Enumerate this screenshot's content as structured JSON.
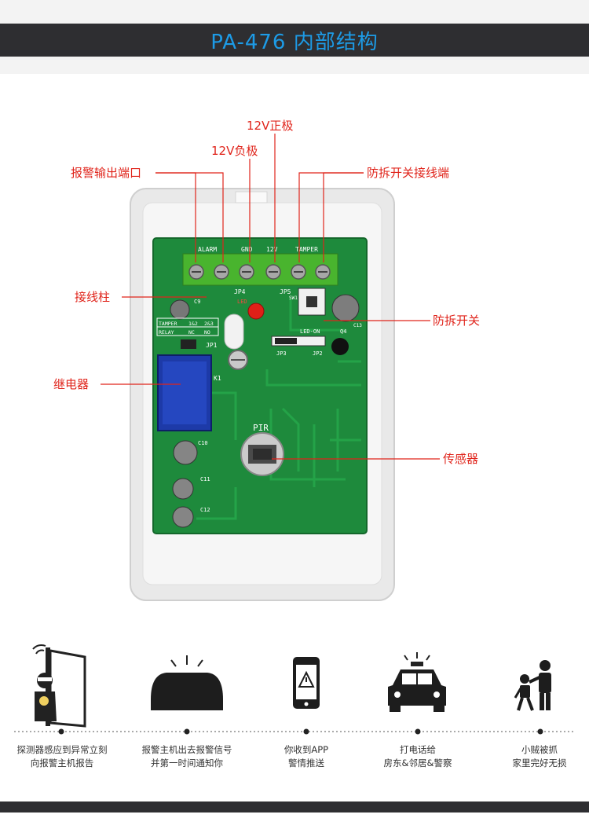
{
  "title": "PA-476 内部结构",
  "pcb": {
    "terminal_labels": [
      "ALARM",
      "GND",
      "12V",
      "TAMPER"
    ],
    "led": "LED",
    "led_on": "LED-ON",
    "pir": "PIR",
    "relay": "K1",
    "jumpers": [
      "JP1",
      "JP2",
      "JP3",
      "JP4",
      "JP5"
    ],
    "caps": [
      "C9",
      "C10",
      "C11",
      "C12",
      "C13"
    ],
    "switch": "SW1",
    "transistor": "Q4",
    "tamper_table": [
      "TAMPER",
      "1&2",
      "2&3",
      "RELAY",
      "NC",
      "NO"
    ]
  },
  "labels": {
    "positive": "12V正极",
    "negative": "12V负极",
    "alarm_out": "报警输出端口",
    "tamper_terminal": "防拆开关接线端",
    "terminal_post": "接线柱",
    "tamper_switch": "防拆开关",
    "relay": "继电器",
    "sensor": "传感器"
  },
  "steps": [
    {
      "line1": "探测器感应到异常立刻",
      "line2": "向报警主机报告",
      "icon": "thief-door-icon"
    },
    {
      "line1": "报警主机出去报警信号",
      "line2": "并第一时间通知你",
      "icon": "alarm-host-icon"
    },
    {
      "line1": "你收到APP",
      "line2": "警情推送",
      "icon": "phone-alert-icon"
    },
    {
      "line1": "打电话给",
      "line2": "房东&邻居&警察",
      "icon": "police-car-icon"
    },
    {
      "line1": "小贼被抓",
      "line2": "家里完好无损",
      "icon": "arrest-icon"
    }
  ],
  "colors": {
    "accent": "#1d9be6",
    "label": "#e0241b",
    "pcb": "#1e8a3c",
    "bar": "#2e2e31"
  }
}
